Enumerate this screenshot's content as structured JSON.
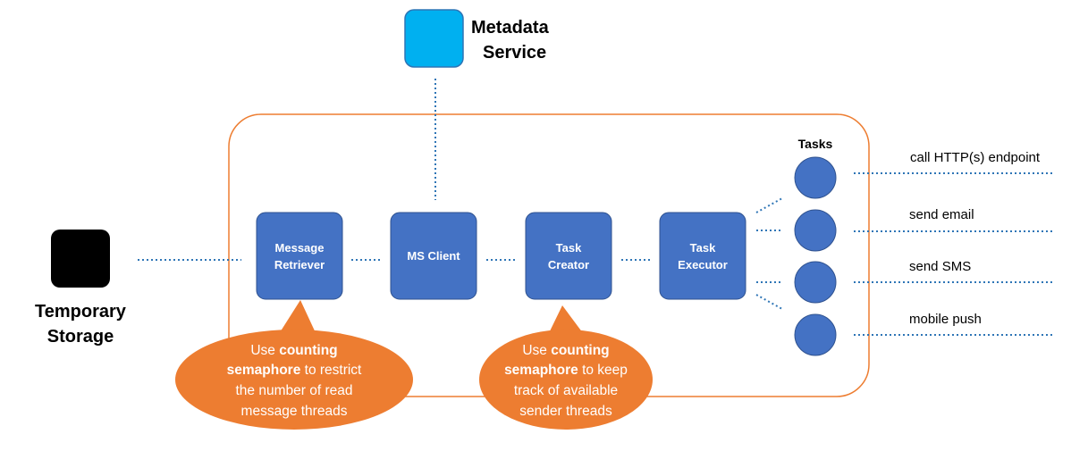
{
  "colors": {
    "box_blue": "#4472c4",
    "metadata_blue": "#00b0f0",
    "storage_black": "#000000",
    "orange": "#ed7d31",
    "connector_blue": "#2e75b6"
  },
  "metadata_service": {
    "line1": "Metadata",
    "line2": "Service"
  },
  "temporary_storage": {
    "line1": "Temporary",
    "line2": "Storage"
  },
  "nodes": {
    "message_retriever": {
      "line1": "Message",
      "line2": "Retriever"
    },
    "ms_client": {
      "line1": "MS Client"
    },
    "task_creator": {
      "line1": "Task",
      "line2": "Creator"
    },
    "task_executor": {
      "line1": "Task",
      "line2": "Executor"
    }
  },
  "tasks": {
    "title": "Tasks",
    "items": [
      "call HTTP(s) endpoint",
      "send email",
      "send SMS",
      "mobile push"
    ]
  },
  "callouts": {
    "left": {
      "l1": "Use ",
      "l1b": "counting",
      "l2b": "semaphore",
      "l2": " to restrict",
      "l3": "the number of read",
      "l4": "message threads"
    },
    "right": {
      "l1": "Use ",
      "l1b": "counting",
      "l2b": "semaphore",
      "l2": " to keep",
      "l3": "track of available",
      "l4": "sender threads"
    }
  }
}
